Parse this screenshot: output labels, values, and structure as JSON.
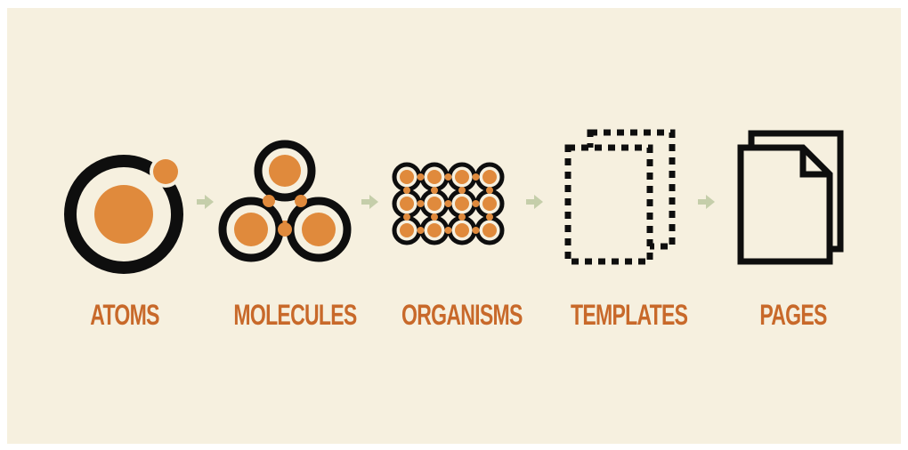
{
  "colors": {
    "background": "#f6f0df",
    "orange": "#e08a3c",
    "label": "#c8692a",
    "black": "#0e0e0e",
    "arrow": "#c5ceaa"
  },
  "stages": [
    {
      "label": "ATOMS",
      "icon": "atom-icon"
    },
    {
      "label": "MOLECULES",
      "icon": "molecule-icon"
    },
    {
      "label": "ORGANISMS",
      "icon": "organism-icon"
    },
    {
      "label": "TEMPLATES",
      "icon": "template-icon"
    },
    {
      "label": "PAGES",
      "icon": "pages-icon"
    }
  ]
}
